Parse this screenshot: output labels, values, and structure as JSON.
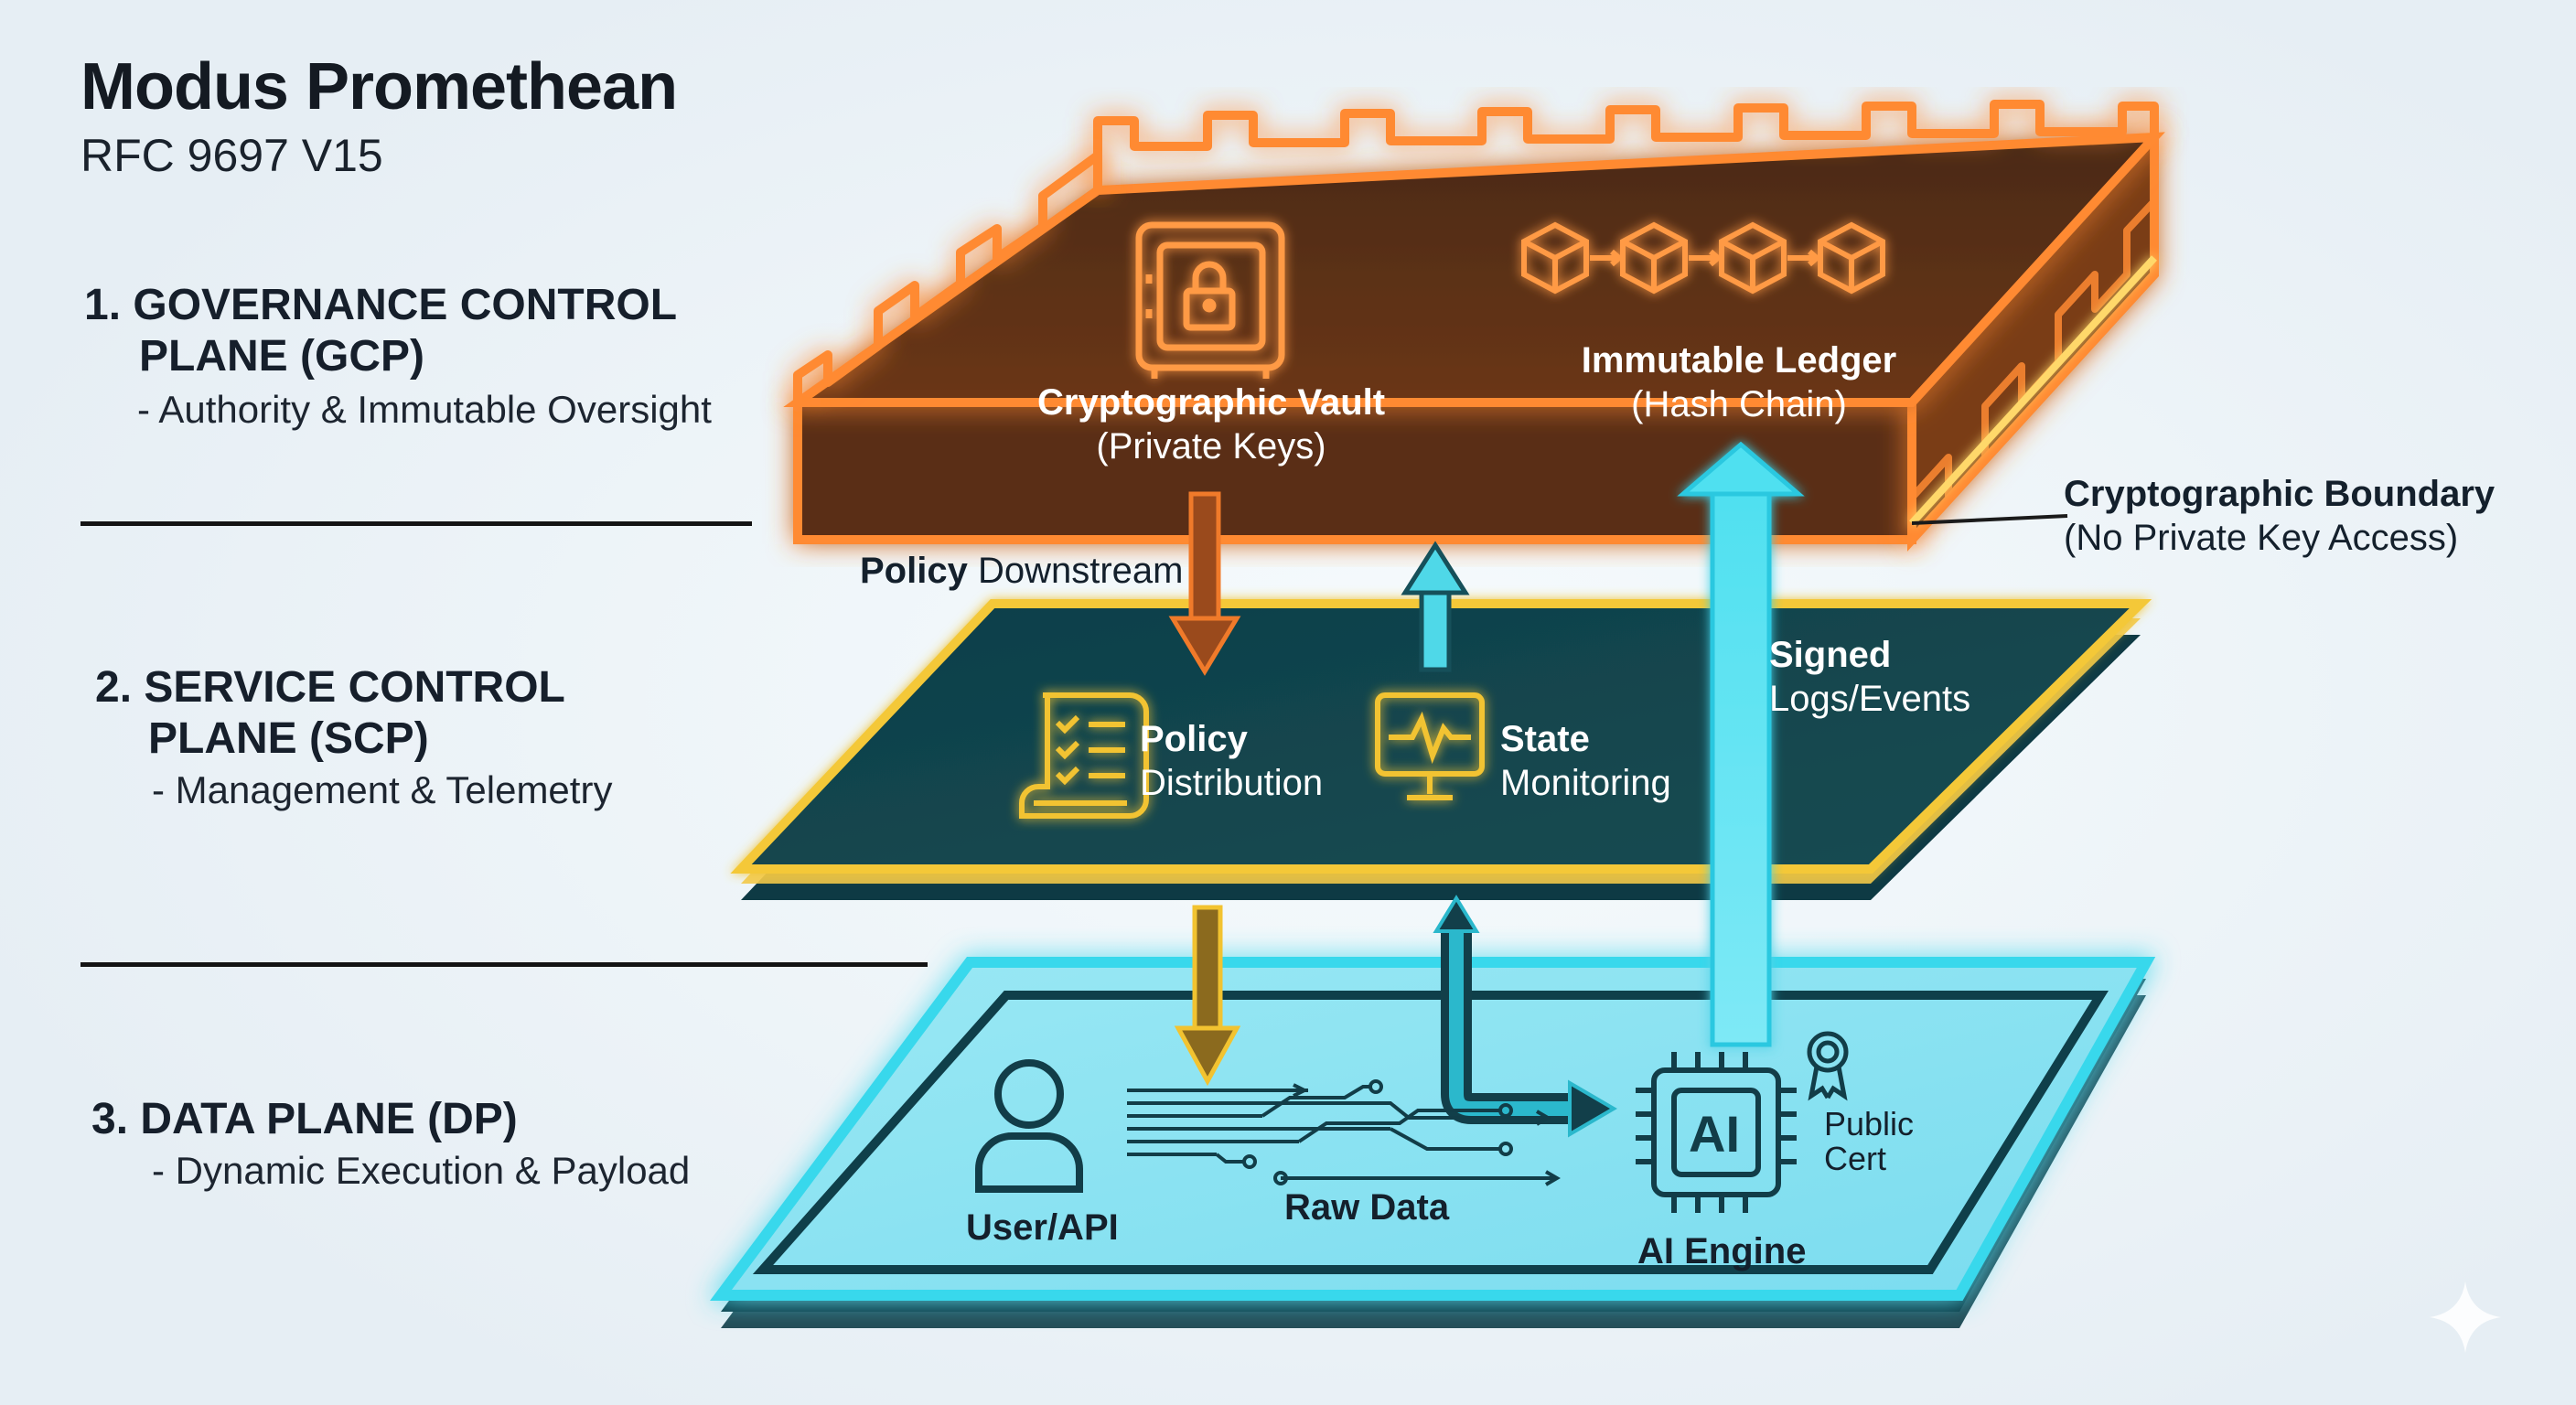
{
  "header": {
    "title": "Modus Promethean",
    "subtitle": "RFC 9697 V15"
  },
  "layers": [
    {
      "name_line1": "1. GOVERNANCE CONTROL",
      "name_line2": "PLANE (GCP)",
      "description": "- Authority & Immutable Oversight",
      "color": "#f07a2a"
    },
    {
      "name_line1": "2. SERVICE CONTROL",
      "name_line2": "PLANE (SCP)",
      "description": "- Management & Telemetry",
      "color": "#f2c330"
    },
    {
      "name_line1": "3. DATA PLANE (DP)",
      "name_line2": "",
      "description": "- Dynamic Execution & Payload",
      "color": "#2fd4ea"
    }
  ],
  "gcp": {
    "vault_title": "Cryptographic Vault",
    "vault_sub": "(Private Keys)",
    "ledger_title": "Immutable Ledger",
    "ledger_sub": "(Hash Chain)",
    "boundary_title": "Cryptographic Boundary",
    "boundary_sub": "(No Private Key Access)"
  },
  "scp": {
    "policy_title": "Policy",
    "policy_sub": "Distribution",
    "state_title": "State",
    "state_sub": "Monitoring"
  },
  "dp": {
    "user_label": "User/API",
    "raw_label": "Raw Data",
    "engine_label": "AI Engine",
    "chip_text": "AI",
    "cert_line1": "Public",
    "cert_line2": "Cert"
  },
  "flows": {
    "policy_bold": "Policy",
    "policy_rest": "Downstream",
    "signed_title": "Signed",
    "signed_sub": "Logs/Events"
  },
  "icons": [
    "vault-lock-icon",
    "hash-chain-icon",
    "policy-checklist-icon",
    "monitor-pulse-icon",
    "user-icon",
    "circuit-traces-icon",
    "ai-chip-icon",
    "certificate-badge-icon",
    "sparkle-icon"
  ]
}
